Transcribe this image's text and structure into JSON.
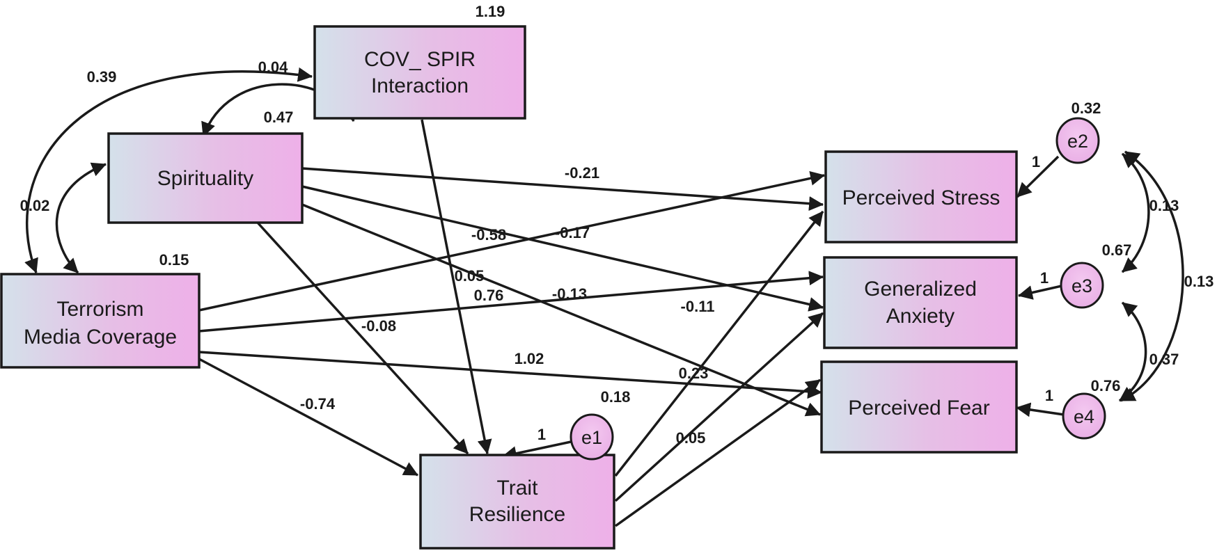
{
  "nodes": {
    "cov_spir": {
      "line1": "COV_ SPIR",
      "line2": "Interaction",
      "variance": "1.19"
    },
    "spirituality": {
      "line1": "Spirituality",
      "variance": "0.47"
    },
    "terrorism": {
      "line1": "Terrorism",
      "line2": "Media Coverage",
      "variance": "0.15"
    },
    "resilience": {
      "line1": "Trait",
      "line2": "Resilience"
    },
    "stress": {
      "line1": "Perceived Stress"
    },
    "anxiety": {
      "line1": "Generalized",
      "line2": "Anxiety"
    },
    "fear": {
      "line1": "Perceived Fear"
    }
  },
  "errors": {
    "e1": {
      "label": "e1",
      "variance": "0.18",
      "loading": "1"
    },
    "e2": {
      "label": "e2",
      "variance": "0.32",
      "loading": "1"
    },
    "e3": {
      "label": "e3",
      "variance": "0.67",
      "loading": "1"
    },
    "e4": {
      "label": "e4",
      "variance": "0.76",
      "loading": "1"
    }
  },
  "covariances": {
    "terrorism_cov": "0.39",
    "spir_cov": "0.04",
    "spir_terrorism": "0.02",
    "e2_e3": "0.13",
    "e2_e4": "0.13",
    "e3_e4": "0.37"
  },
  "paths": {
    "spir_stress": "-0.21",
    "spir_anxiety": "-0.17",
    "spir_fear": "-0.13",
    "spir_resilience": "-0.08",
    "terrorism_stress": "-0.58",
    "terrorism_anxiety": "0.76",
    "terrorism_fear": "1.02",
    "terrorism_resilience": "-0.74",
    "cov_resilience": "0.05",
    "resilience_stress": "-0.11",
    "resilience_anxiety": "0.23",
    "resilience_fear": "0.05"
  },
  "colors": {
    "box_left": "#d4e1ea",
    "box_right": "#eeb0e8",
    "stroke": "#1a1a1a"
  }
}
